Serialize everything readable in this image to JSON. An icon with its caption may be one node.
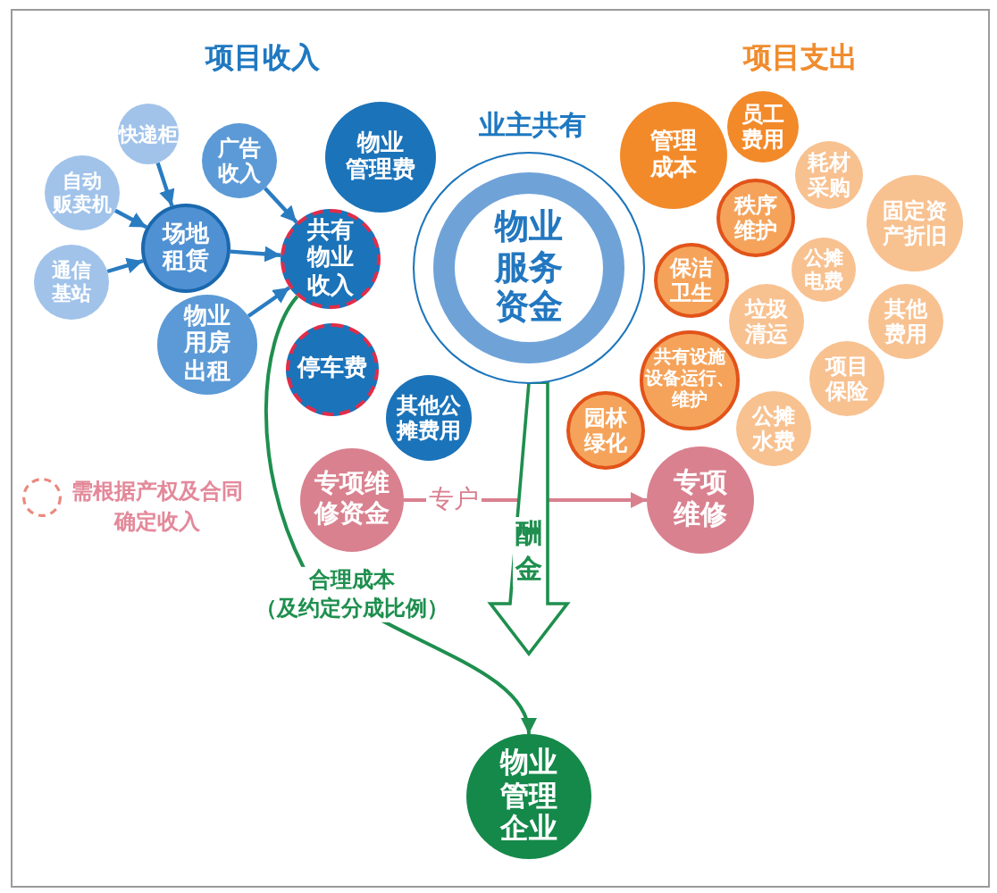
{
  "diagram": {
    "nodes": [
      {
        "text": [
          "快递柜"
        ]
      },
      {
        "text": [
          "自动贩卖机"
        ]
      },
      {
        "text": [
          "通信基站"
        ]
      },
      {
        "text": [
          "场地租赁"
        ]
      },
      {
        "text": [
          "广告收入"
        ]
      },
      {
        "text": [
          "物业管理费"
        ]
      },
      {
        "text": [
          "共有物业收入"
        ]
      },
      {
        "text": [
          "物业用房出租"
        ]
      },
      {
        "text": [
          "停车费"
        ]
      },
      {
        "text": [
          "其他公摊费用"
        ]
      },
      {
        "text": [
          "物业服务资金"
        ]
      },
      {
        "text": [
          "专项维修资金"
        ]
      },
      {
        "text": [
          "管理成本"
        ]
      },
      {
        "text": [
          "员工费用"
        ]
      },
      {
        "text": [
          "耗材采购"
        ]
      },
      {
        "text": [
          "秩序维护"
        ]
      },
      {
        "text": [
          "固定资产折旧"
        ]
      },
      {
        "text": [
          "保洁卫生"
        ]
      },
      {
        "text": [
          "公摊电费"
        ]
      },
      {
        "text": [
          "垃圾清运"
        ]
      },
      {
        "text": [
          "其他费用"
        ]
      },
      {
        "text": [
          "共有设施设备运行、维护"
        ]
      },
      {
        "text": [
          "项目保险"
        ]
      },
      {
        "text": [
          "园林绿化"
        ]
      },
      {
        "text": [
          "公摊水费"
        ]
      },
      {
        "text": [
          "专项维修"
        ]
      },
      {
        "text": [
          "物业管理企业"
        ]
      }
    ],
    "edges": [
      {
        "from": 0,
        "to": 3,
        "arrow": "to"
      },
      {
        "from": 1,
        "to": 3,
        "arrow": "to"
      },
      {
        "from": 2,
        "to": 3,
        "arrow": "to"
      },
      {
        "from": 3,
        "to": 6,
        "arrow": "to"
      },
      {
        "from": 4,
        "to": 6,
        "arrow": "to"
      },
      {
        "from": 7,
        "to": 6,
        "arrow": "to"
      },
      {
        "from": 11,
        "to": 25,
        "arrow": "to",
        "label": "专户",
        "color": "#d9808f"
      },
      {
        "from": 10,
        "to": 26,
        "arrow": "to",
        "label": "酬金",
        "style": "thick",
        "color": "#1e8f4e"
      },
      {
        "from": 6,
        "to": 26,
        "arrow": "to",
        "label": "合理成本（及约定分成比例）",
        "color": "#1e8f4e"
      }
    ],
    "labels": [
      "项目收入",
      "项目支出",
      "业主共有"
    ],
    "legend": [
      {
        "text": "需根据产权及合同确定收入"
      }
    ]
  }
}
